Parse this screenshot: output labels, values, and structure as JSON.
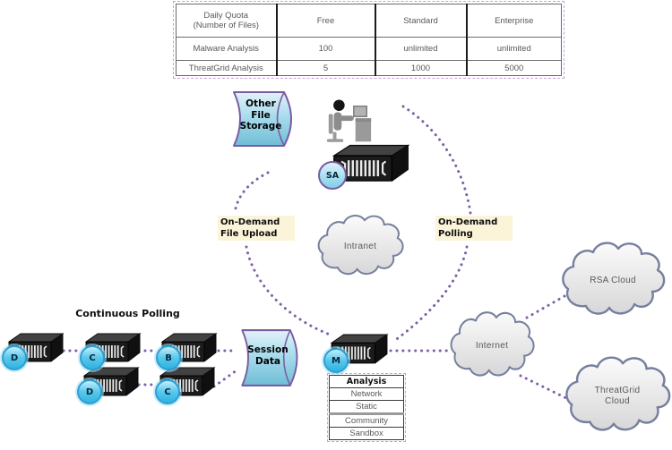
{
  "quota_table": {
    "header": {
      "col1": "Daily Quota\n(Number of Files)",
      "col2": "Free",
      "col3": "Standard",
      "col4": "Enterprise"
    },
    "malware_row": {
      "name": "Malware Analysis",
      "free": "100",
      "standard": "unlimited",
      "enterprise": "unlimited"
    },
    "threatgrid_row": {
      "name": "ThreatGrid Analysis",
      "free": "5",
      "standard": "1000",
      "enterprise": "5000"
    }
  },
  "diagram": {
    "other_file_storage": "Other\nFile\nStorage",
    "session_data": "Session\nData",
    "on_demand_file_upload": "On-Demand\nFile Upload",
    "on_demand_polling": "On-Demand\nPolling",
    "continuous_polling": "Continuous Polling",
    "clouds": {
      "intranet": "Intranet",
      "internet": "Internet",
      "rsa_cloud": "RSA Cloud",
      "threatgrid_cloud": "ThreatGrid\nCloud"
    },
    "nodes": {
      "sa": "SA",
      "m": "M",
      "decoder_1": "D",
      "concentrator_1": "C",
      "broker_1": "B",
      "decoder_2": "D",
      "concentrator_2": "C"
    }
  },
  "analysis_table": {
    "header": "Analysis",
    "row1": "Network",
    "row2": "Static",
    "row3": "Community",
    "row4": "Sandbox"
  },
  "colors": {
    "connector_purple": "#7c5fa6",
    "node_cyan": "#55c6ea",
    "storage_fill": "#a9dcec",
    "label_background": "#fcf4d9"
  }
}
